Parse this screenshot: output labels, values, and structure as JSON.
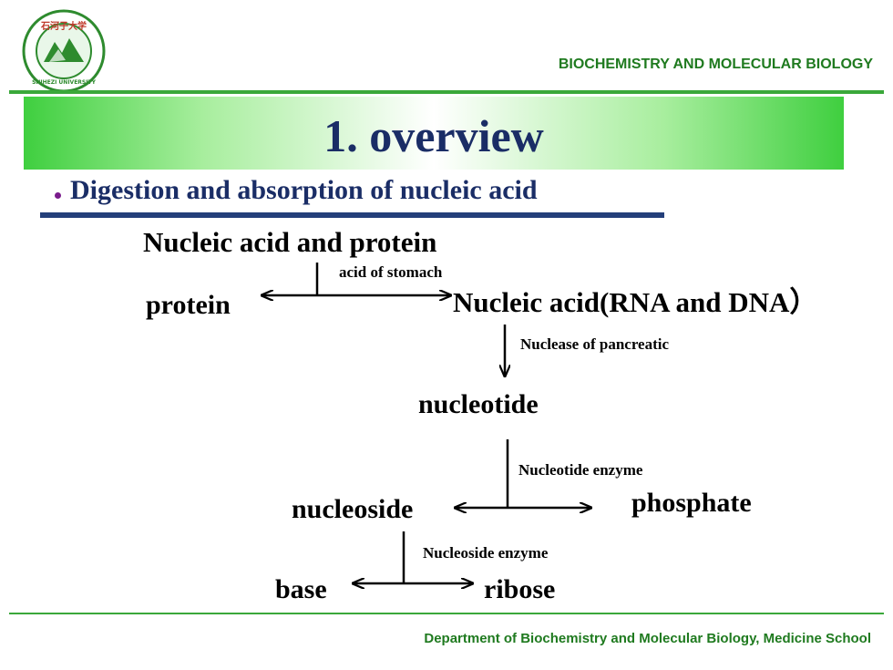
{
  "header": {
    "department": "BIOCHEMISTRY  AND MOLECULAR BIOLOGY",
    "logo_text": "SHIHEZI UNIVERSITY"
  },
  "slide": {
    "title": "1. overview",
    "subtitle": "Digestion and absorption of nucleic acid"
  },
  "diagram": {
    "start": "Nucleic acid and protein",
    "step1_label": "acid of stomach",
    "protein": "protein",
    "nucleic_acid": "Nucleic acid(RNA and DNA）",
    "step2_label": "Nuclease of pancreatic",
    "nucleotide": "nucleotide",
    "step3_label": "Nucleotide enzyme",
    "nucleoside": "nucleoside",
    "phosphate": "phosphate",
    "step4_label": "Nucleoside enzyme",
    "base": "base",
    "ribose": "ribose"
  },
  "footer": {
    "text": "Department  of  Biochemistry  and  Molecular  Biology,  Medicine  School"
  },
  "colors": {
    "title_navy": "#1a2d66",
    "brand_green": "#1f7a1f",
    "rule_green": "#3aa83a",
    "bullet_purple": "#7a1c8c"
  }
}
